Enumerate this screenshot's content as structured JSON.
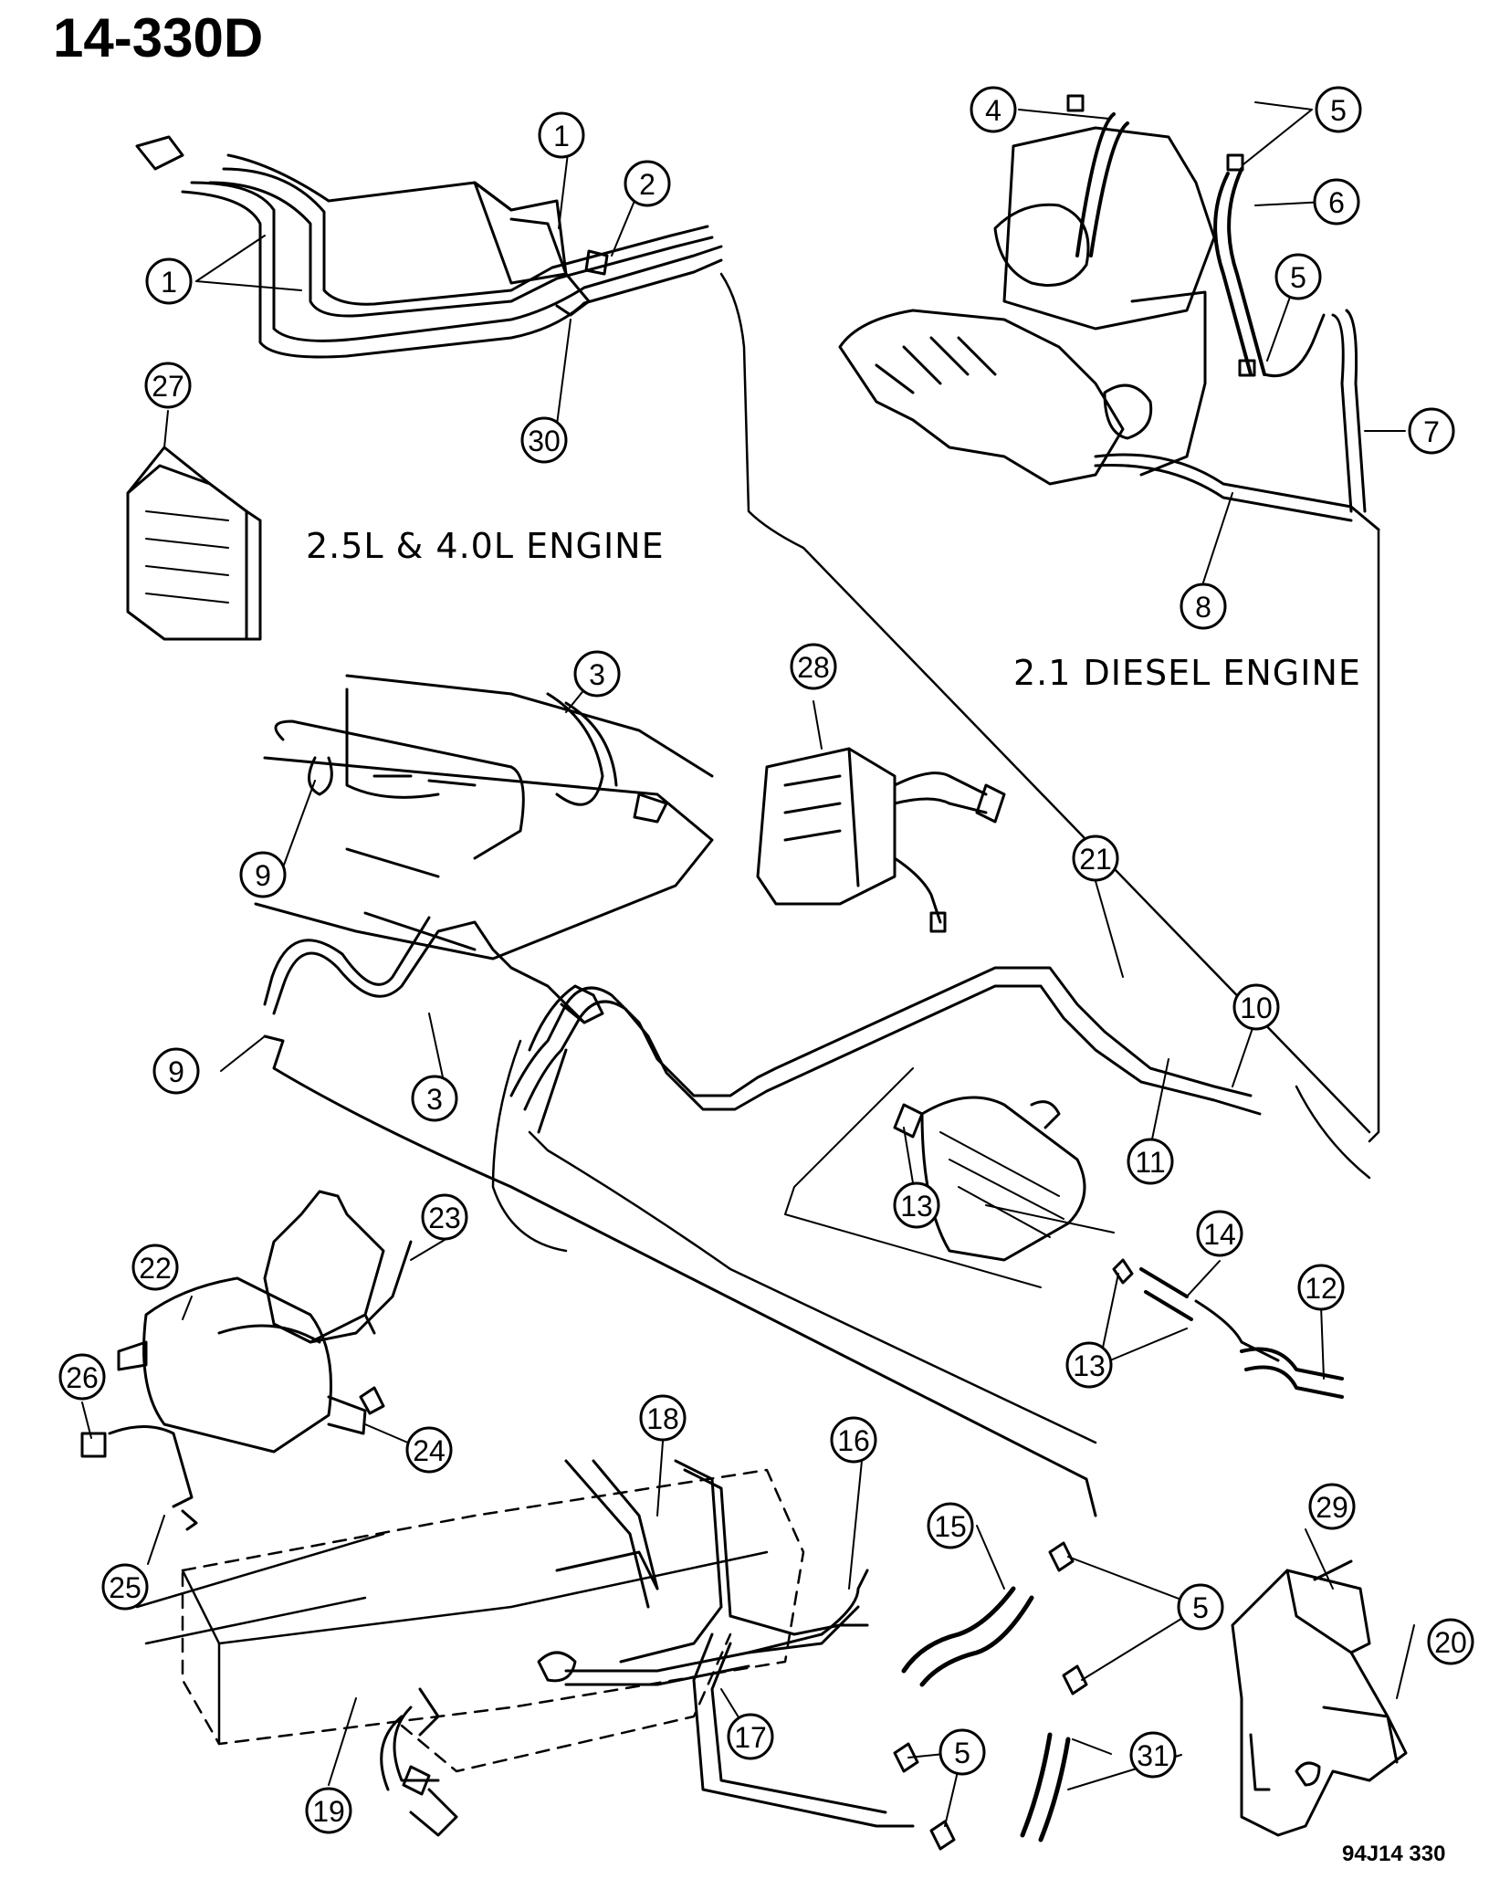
{
  "diagram": {
    "title": "14-330D",
    "drawing_code": "94J14  330",
    "labels": {
      "engine_gas": "2.5L & 4.0L ENGINE",
      "engine_diesel": "2.1 DIESEL ENGINE"
    },
    "callouts": [
      "1",
      "2",
      "3",
      "4",
      "5",
      "6",
      "7",
      "8",
      "9",
      "10",
      "11",
      "12",
      "13",
      "14",
      "15",
      "16",
      "17",
      "18",
      "19",
      "20",
      "21",
      "22",
      "23",
      "24",
      "25",
      "26",
      "27",
      "28",
      "29",
      "30",
      "31"
    ]
  }
}
